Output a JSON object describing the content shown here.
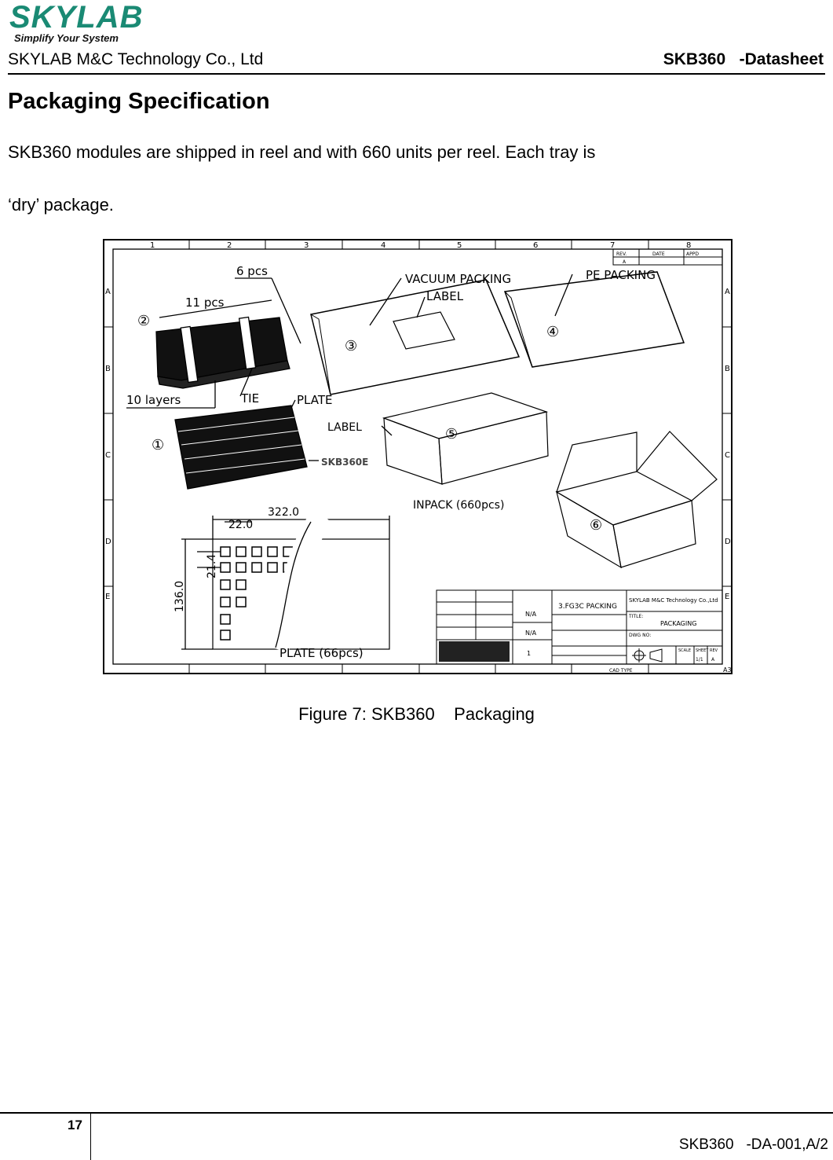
{
  "header": {
    "logo_text": "SKYLAB",
    "logo_tagline": "Simplify Your System",
    "company": "SKYLAB M&C Technology Co., Ltd",
    "document": "SKB360   -Datasheet",
    "brand_color": "#1a8a74"
  },
  "section": {
    "title": "Packaging Specification",
    "paragraph_line1": "SKB360 modules are shipped in reel and with 660 units per reel. Each tray is",
    "paragraph_line2": "‘dry’ package."
  },
  "figure": {
    "caption": "Figure 7: SKB360    Packaging",
    "drawing": {
      "border_columns": [
        "1",
        "2",
        "3",
        "4",
        "5",
        "6",
        "7",
        "8"
      ],
      "border_rows": [
        "A",
        "B",
        "C",
        "D",
        "E"
      ],
      "rev_block": {
        "rev": "REV.",
        "date": "DATE",
        "appd": "APPD",
        "rev_value": "A"
      },
      "labels": {
        "six_pcs": "6  pcs",
        "eleven_pcs": "11  pcs",
        "ten_layers": "10    layers",
        "tie": "TIE",
        "plate": "PLATE",
        "sku": "SKB360E",
        "vacuum_packing": "VACUUM  PACKING",
        "label1": "LABEL",
        "pe_packing": "PE  PACKING",
        "label2": "LABEL",
        "inpack": "INPACK  (660pcs)",
        "plate_66": "PLATE  (66pcs)"
      },
      "steps": [
        "①",
        "②",
        "③",
        "④",
        "⑤",
        "⑥"
      ],
      "dimensions": {
        "width": "322.0",
        "pitch_x": "22.0",
        "pitch_y": "21.4",
        "height": "136.0"
      },
      "title_block": {
        "part_name": "3.FG3C  PACKING",
        "company": "SKYLAB M&C Technology Co.,Ltd",
        "title_label": "TITLE:",
        "title": "PACKAGING",
        "dwg_no": "DWG NO:",
        "material": "N/A",
        "finish": "N/A",
        "qty": "1",
        "scale": "SCALE",
        "sheet": "SHEET",
        "rev": "REV",
        "sheet_value": "1/1",
        "rev_value": "A",
        "size": "A3",
        "cad_type": "CAD TYPE"
      }
    }
  },
  "footer": {
    "page_number": "17",
    "doc_code": "SKB360   -DA-001,A/2"
  }
}
